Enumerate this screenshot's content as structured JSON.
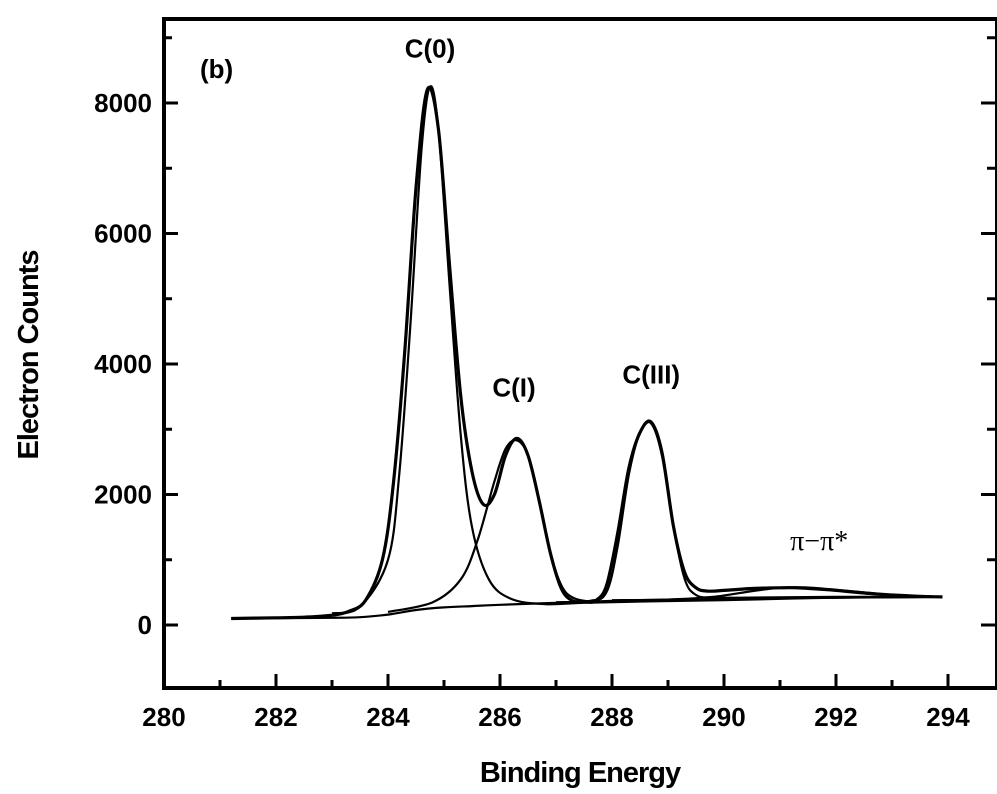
{
  "chart_data": {
    "type": "line",
    "title": "",
    "xlabel": "Binding Energy",
    "ylabel": "Electron Counts",
    "xlim": [
      280,
      295
    ],
    "ylim": [
      -1000,
      9300
    ],
    "xticks": [
      280,
      282,
      284,
      286,
      288,
      290,
      292,
      294
    ],
    "yticks": [
      0,
      2000,
      4000,
      6000,
      8000
    ],
    "xtick_labels": [
      "280",
      "282",
      "284",
      "286",
      "288",
      "290",
      "292",
      "294"
    ],
    "ytick_labels": [
      "0",
      "2000",
      "4000",
      "6000",
      "8000"
    ],
    "grid": false,
    "legend": "none",
    "panel_label": "(b)",
    "annotations": [
      {
        "text": "C(0)",
        "x": 284.75,
        "y": 8700
      },
      {
        "text": "C(I)",
        "x": 286.25,
        "y": 3500
      },
      {
        "text": "C(III)",
        "x": 288.7,
        "y": 3700
      },
      {
        "text": "π−π*",
        "x": 291.7,
        "y": 1150
      }
    ],
    "series": [
      {
        "name": "",
        "role": "envelope",
        "x": [
          281.2,
          282,
          282.5,
          283,
          283.3,
          283.6,
          283.9,
          284.1,
          284.3,
          284.5,
          284.7,
          284.9,
          285.1,
          285.3,
          285.5,
          285.7,
          285.9,
          286.1,
          286.3,
          286.5,
          286.7,
          286.9,
          287.1,
          287.3,
          287.5,
          287.7,
          287.9,
          288.1,
          288.3,
          288.5,
          288.7,
          288.9,
          289.1,
          289.3,
          289.5,
          289.7,
          290,
          290.5,
          291,
          291.3,
          291.6,
          292,
          292.5,
          293,
          293.5,
          293.9
        ],
        "y": [
          100,
          110,
          120,
          150,
          210,
          380,
          1000,
          2200,
          4200,
          6700,
          8200,
          7600,
          5500,
          3500,
          2350,
          1850,
          2000,
          2600,
          2860,
          2600,
          1900,
          1100,
          550,
          370,
          360,
          370,
          600,
          1400,
          2400,
          2950,
          3100,
          2600,
          1500,
          800,
          570,
          520,
          530,
          560,
          570,
          570,
          555,
          530,
          490,
          460,
          440,
          430
        ]
      },
      {
        "name": "C(0)",
        "role": "component",
        "x": [
          283,
          283.5,
          284,
          284.2,
          284.4,
          284.6,
          284.75,
          284.9,
          285.1,
          285.3,
          285.5,
          285.8,
          286.2,
          286.8,
          287.5,
          288.5,
          290,
          292,
          293.9
        ],
        "y": [
          180,
          280,
          1000,
          2300,
          4600,
          7300,
          8250,
          7600,
          5200,
          2900,
          1500,
          700,
          400,
          320,
          340,
          360,
          380,
          420,
          430
        ]
      },
      {
        "name": "C(I)",
        "role": "component",
        "x": [
          284,
          284.8,
          285.3,
          285.6,
          285.9,
          286.1,
          286.3,
          286.5,
          286.7,
          286.9,
          287.1,
          287.3,
          287.6,
          288,
          289,
          290,
          292,
          293.9
        ],
        "y": [
          200,
          350,
          700,
          1300,
          2200,
          2700,
          2830,
          2600,
          1900,
          1100,
          600,
          420,
          360,
          360,
          380,
          400,
          420,
          430
        ]
      },
      {
        "name": "C(III)",
        "role": "component",
        "x": [
          287,
          287.6,
          287.9,
          288.1,
          288.3,
          288.5,
          288.7,
          288.9,
          289.1,
          289.3,
          289.5,
          289.8,
          290.5,
          292,
          293.9
        ],
        "y": [
          350,
          370,
          500,
          1200,
          2300,
          2950,
          3120,
          2650,
          1500,
          700,
          460,
          420,
          420,
          430,
          430
        ]
      },
      {
        "name": "π−π*",
        "role": "component",
        "x": [
          288,
          289,
          289.8,
          290.5,
          291,
          291.3,
          291.6,
          292,
          292.5,
          293,
          293.5,
          293.9
        ],
        "y": [
          380,
          390,
          430,
          520,
          570,
          580,
          570,
          540,
          500,
          460,
          440,
          430
        ]
      },
      {
        "name": "",
        "role": "background",
        "x": [
          281.2,
          282,
          283,
          283.5,
          284,
          284.5,
          285,
          285.5,
          286,
          287,
          288,
          289,
          290,
          291,
          292,
          293,
          293.9
        ],
        "y": [
          100,
          105,
          110,
          120,
          160,
          230,
          270,
          290,
          310,
          340,
          370,
          390,
          400,
          410,
          420,
          425,
          430
        ]
      }
    ]
  }
}
